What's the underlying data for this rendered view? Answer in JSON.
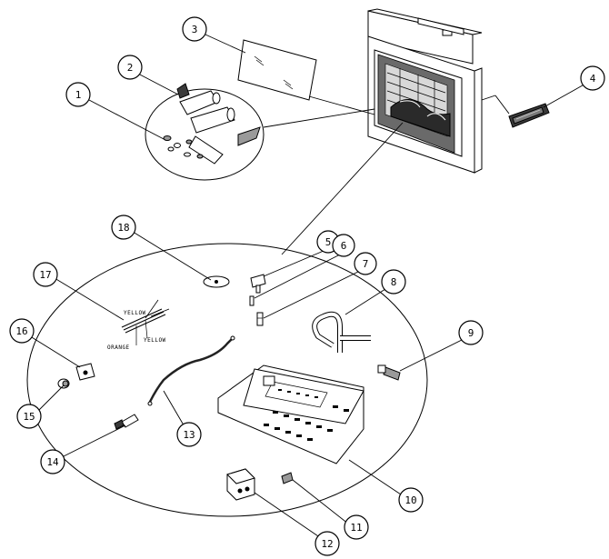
{
  "callouts": [
    "1",
    "2",
    "3",
    "4",
    "5",
    "6",
    "7",
    "8",
    "9",
    "10",
    "11",
    "12",
    "13",
    "14",
    "15",
    "16",
    "17",
    "18"
  ],
  "wire_labels": {
    "yellow_top": "YELLOW",
    "orange": "ORANGE",
    "yellow_bottom": "YELLOW"
  }
}
